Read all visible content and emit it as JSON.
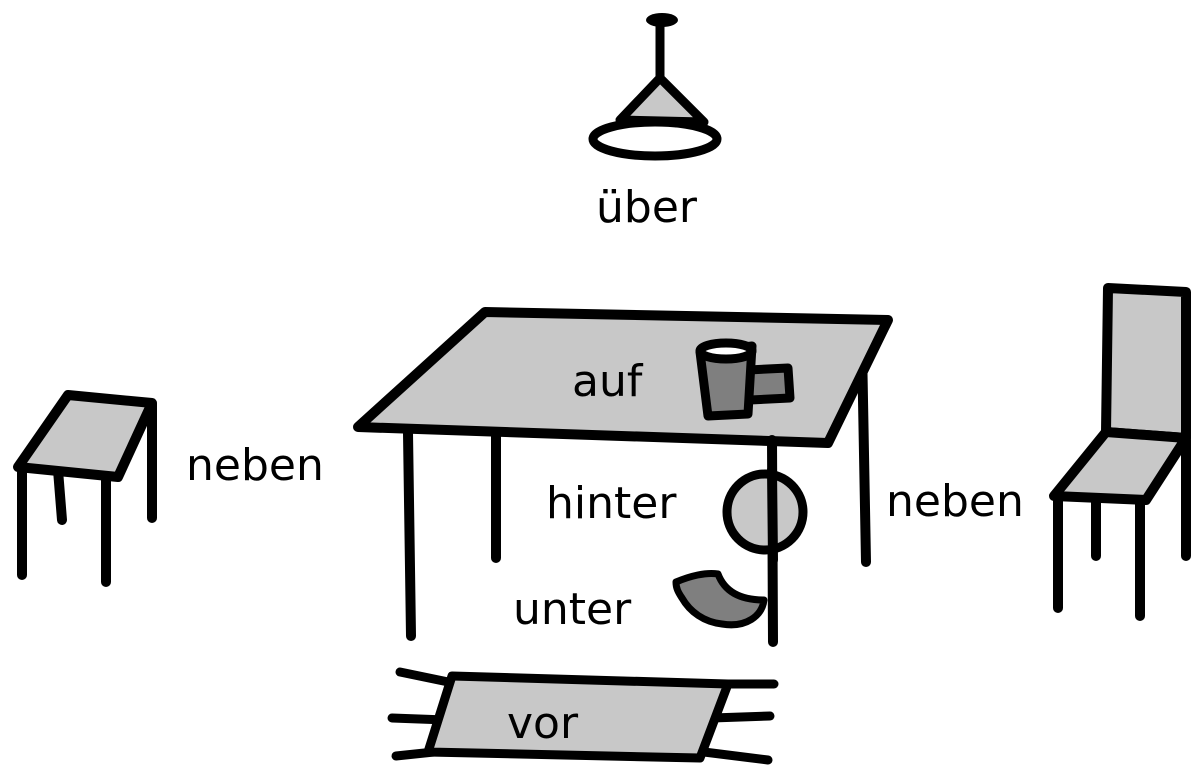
{
  "labels": {
    "ueber": "über",
    "auf": "auf",
    "hinter": "hinter",
    "unter": "unter",
    "vor": "vor",
    "neben_left": "neben",
    "neben_right": "neben"
  },
  "colors": {
    "fill_light": "#c8c8c8",
    "fill_dark": "#7f7f7f",
    "stroke": "#000000",
    "background": "#ffffff"
  }
}
